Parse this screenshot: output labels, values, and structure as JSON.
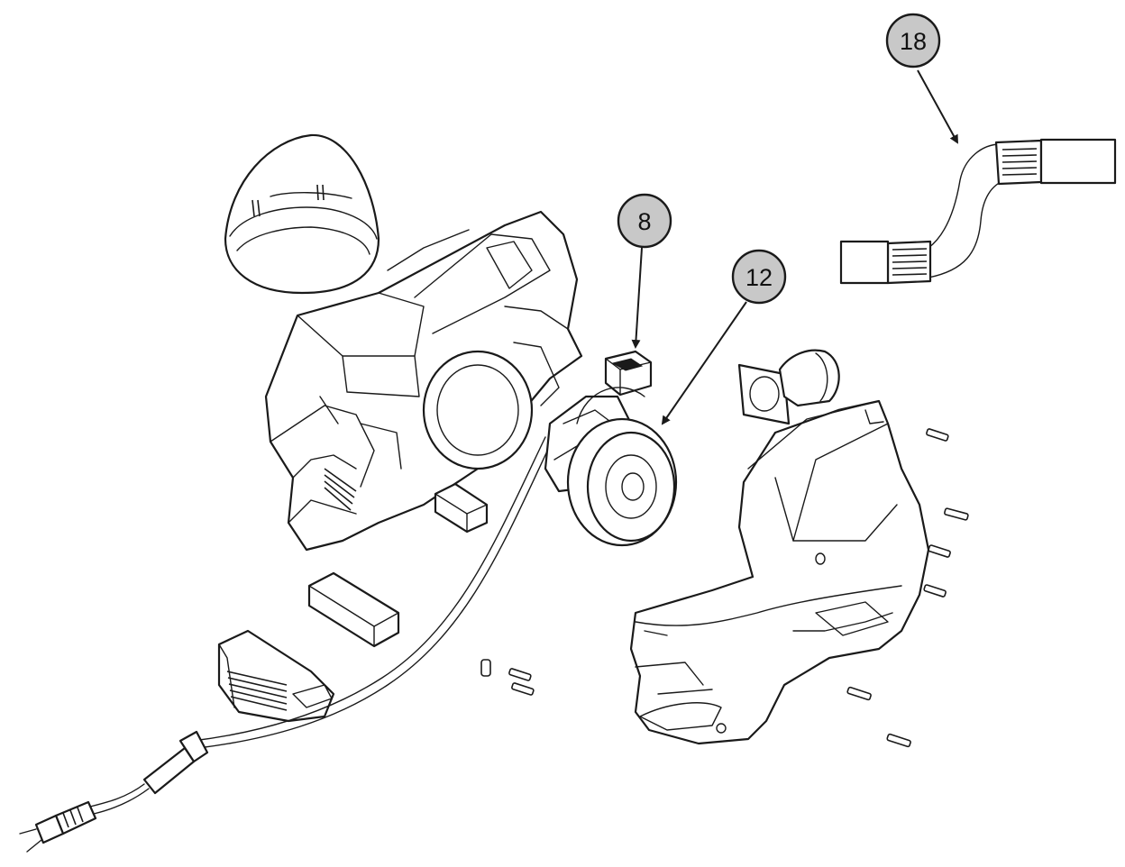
{
  "diagram": {
    "callouts": [
      {
        "id": "callout-8",
        "label": "8"
      },
      {
        "id": "callout-12",
        "label": "12"
      },
      {
        "id": "callout-18",
        "label": "18"
      }
    ],
    "callout_fill": "#c8c8c8",
    "line_color": "#1a1a1a",
    "background": "#ffffff"
  }
}
